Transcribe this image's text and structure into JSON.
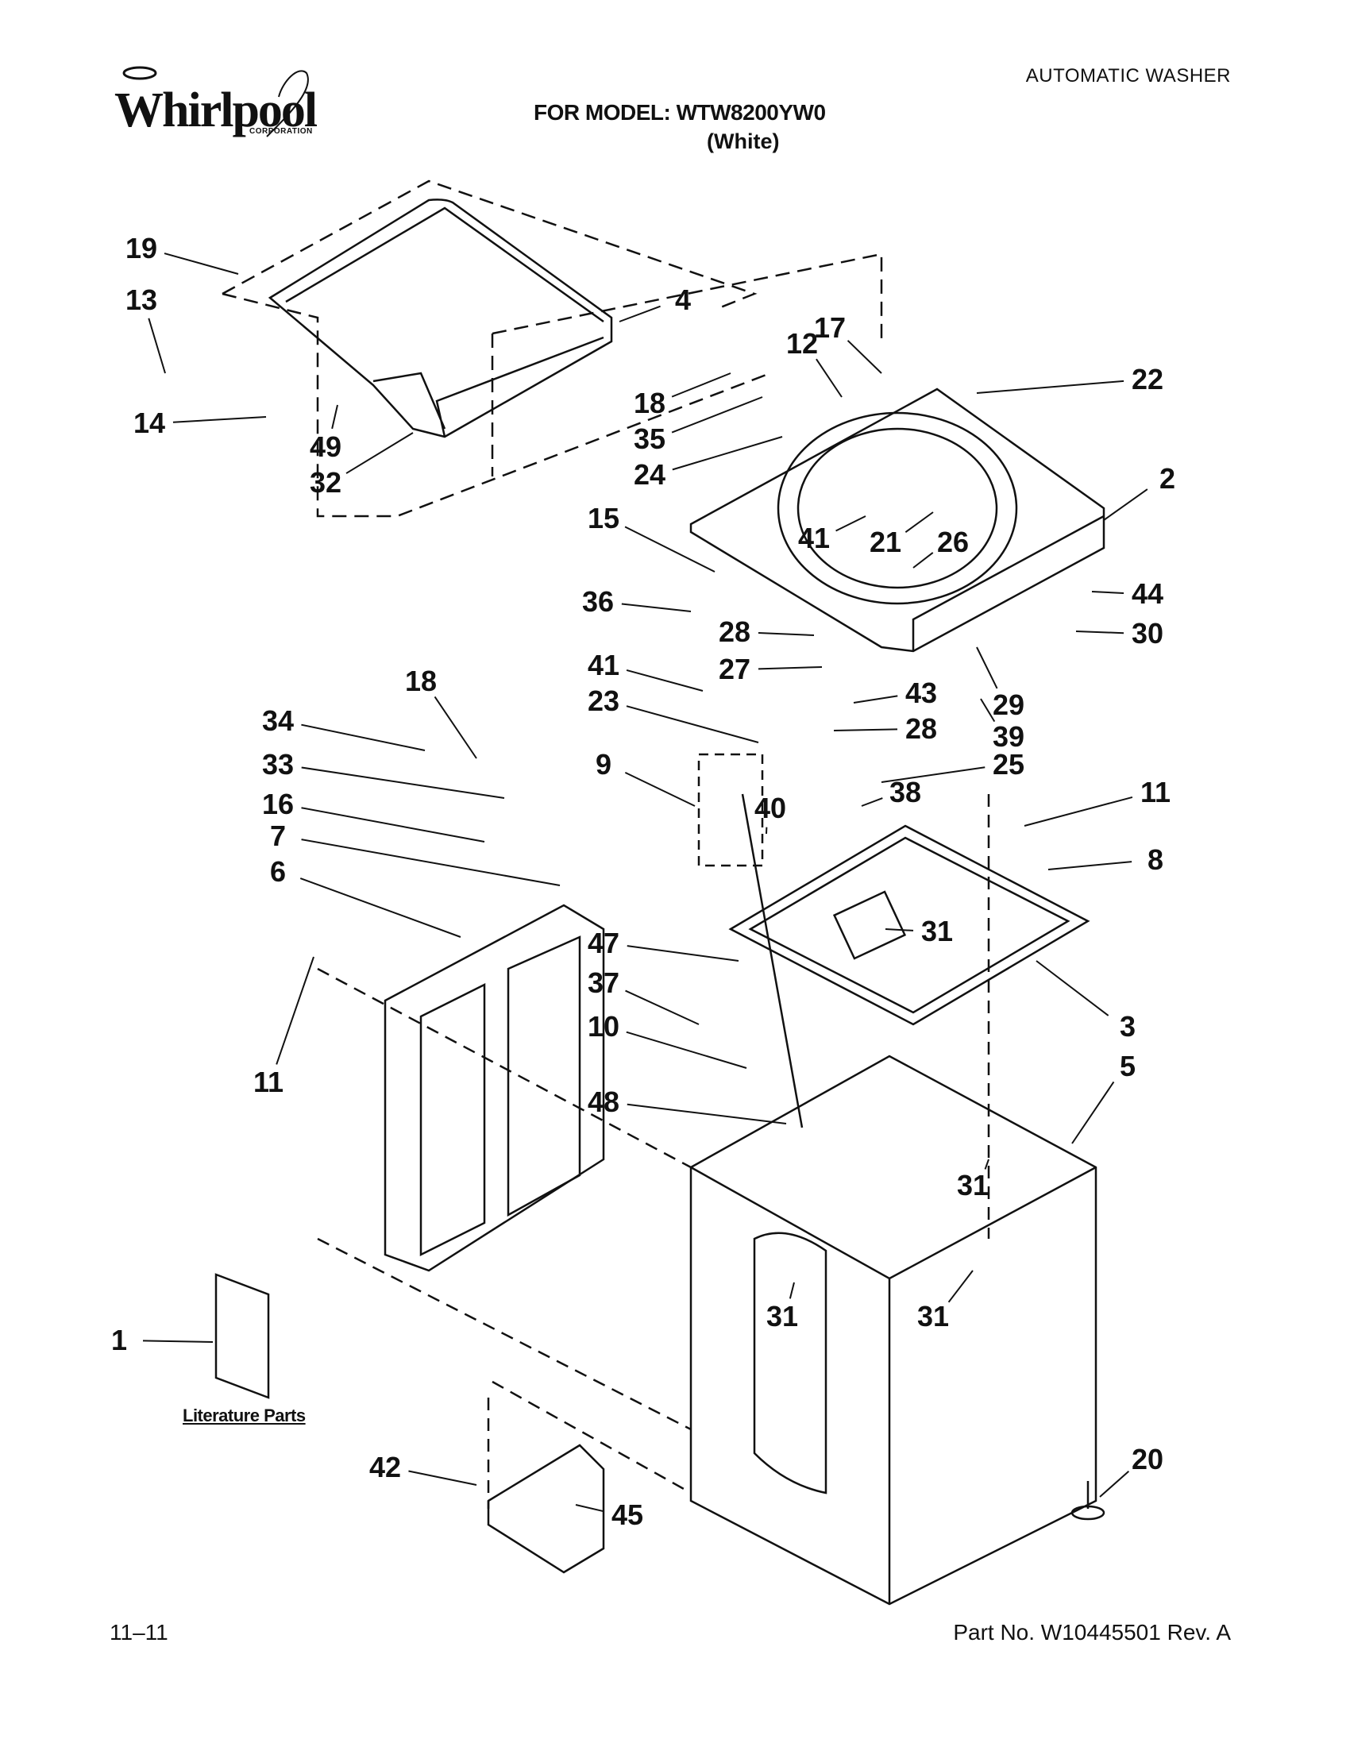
{
  "header": {
    "brand": "Whirlpool",
    "brand_sub": "CORPORATION",
    "product_type": "AUTOMATIC WASHER",
    "model_line": "FOR MODEL: WTW8200YW0",
    "variant": "(White)"
  },
  "footer": {
    "date": "11–11",
    "part_number": "Part No. W10445501 Rev. A"
  },
  "literature_label": "Literature Parts",
  "callouts": [
    {
      "label": "19"
    },
    {
      "label": "13"
    },
    {
      "label": "4"
    },
    {
      "label": "14"
    },
    {
      "label": "49"
    },
    {
      "label": "32"
    },
    {
      "label": "17"
    },
    {
      "label": "12"
    },
    {
      "label": "18"
    },
    {
      "label": "22"
    },
    {
      "label": "35"
    },
    {
      "label": "24"
    },
    {
      "label": "2"
    },
    {
      "label": "15"
    },
    {
      "label": "41"
    },
    {
      "label": "21"
    },
    {
      "label": "26"
    },
    {
      "label": "36"
    },
    {
      "label": "44"
    },
    {
      "label": "28"
    },
    {
      "label": "30"
    },
    {
      "label": "41"
    },
    {
      "label": "27"
    },
    {
      "label": "43"
    },
    {
      "label": "29"
    },
    {
      "label": "23"
    },
    {
      "label": "28"
    },
    {
      "label": "39"
    },
    {
      "label": "18"
    },
    {
      "label": "34"
    },
    {
      "label": "33"
    },
    {
      "label": "25"
    },
    {
      "label": "9"
    },
    {
      "label": "38"
    },
    {
      "label": "11"
    },
    {
      "label": "16"
    },
    {
      "label": "40"
    },
    {
      "label": "7"
    },
    {
      "label": "8"
    },
    {
      "label": "6"
    },
    {
      "label": "31"
    },
    {
      "label": "47"
    },
    {
      "label": "37"
    },
    {
      "label": "3"
    },
    {
      "label": "10"
    },
    {
      "label": "5"
    },
    {
      "label": "11"
    },
    {
      "label": "48"
    },
    {
      "label": "31"
    },
    {
      "label": "31"
    },
    {
      "label": "31"
    },
    {
      "label": "1"
    },
    {
      "label": "42"
    },
    {
      "label": "20"
    },
    {
      "label": "45"
    }
  ]
}
